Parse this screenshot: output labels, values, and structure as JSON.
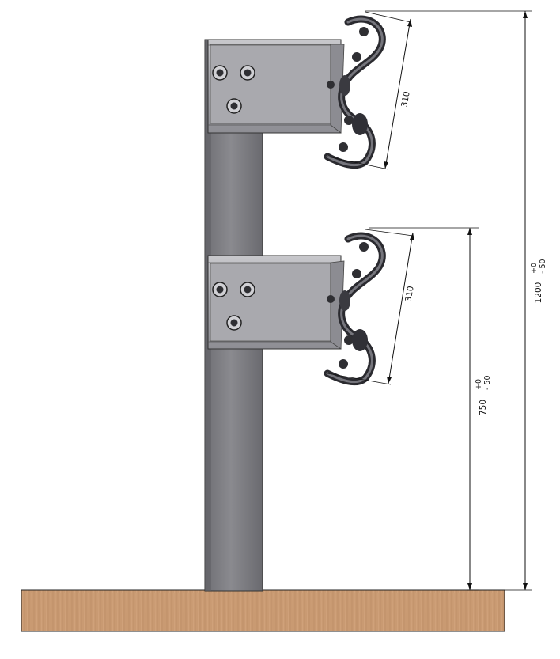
{
  "dimensions": {
    "upper_rail_width": {
      "value": "310"
    },
    "lower_rail_width": {
      "value": "310"
    },
    "lower_rail_height": {
      "value": "750",
      "tol_plus": "+0",
      "tol_minus": "- 50"
    },
    "total_height": {
      "value": "1200",
      "tol_plus": "+0",
      "tol_minus": "- 50"
    }
  },
  "colors": {
    "post": "#7c7c80",
    "post_dark": "#5e5e62",
    "bracket": "#b9b9bd",
    "bracket_face": "#9a9aa0",
    "rail": "#3f3f45",
    "rail_highlight": "#8f8f96",
    "ground": "#c99a72",
    "ground_stripe": "#b88a62",
    "bolt": "#2f2f33"
  }
}
